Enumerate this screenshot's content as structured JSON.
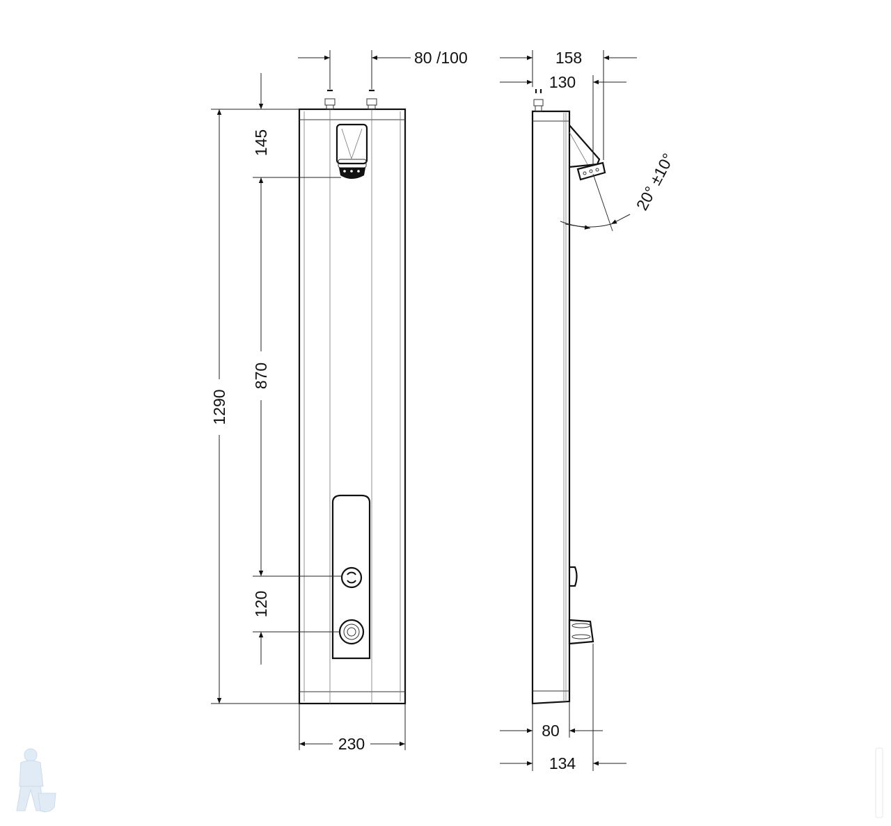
{
  "drawing": {
    "front_view": {
      "dim_inlet_spacing": "80 /100",
      "dim_top_to_head": "145",
      "dim_head_to_button": "870",
      "dim_button_to_tap": "120",
      "dim_total_height": "1290",
      "dim_width": "230"
    },
    "side_view": {
      "dim_depth_head": "158",
      "dim_depth_head_inner": "130",
      "dim_depth_body": "80",
      "dim_depth_tap": "134",
      "dim_head_angle": "20° ±10°"
    }
  },
  "colors": {
    "line": "#111111",
    "watermark": "#c8dcef"
  }
}
